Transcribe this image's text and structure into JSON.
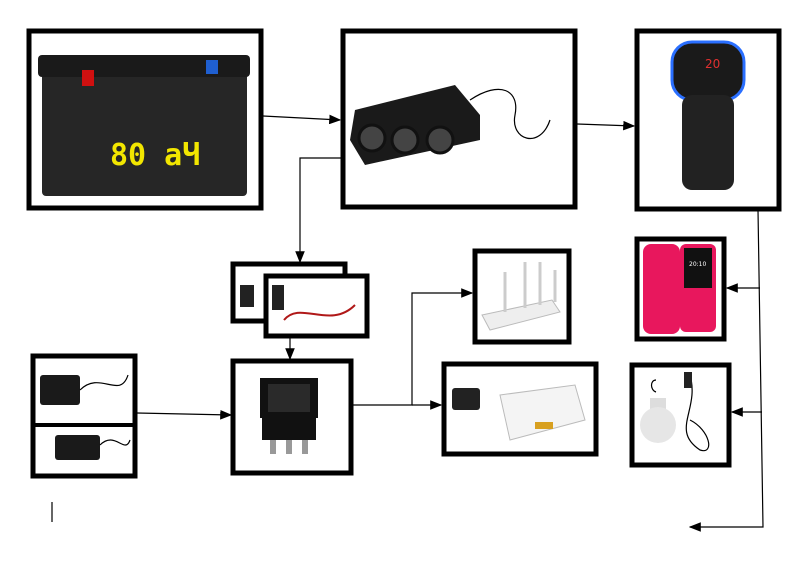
{
  "diagram": {
    "title": "",
    "nodes": [
      {
        "id": "battery",
        "label": "80 аЧ",
        "description_icon": "car-battery-icon"
      },
      {
        "id": "socket-splitter",
        "icon": "cigarette-socket-splitter-icon"
      },
      {
        "id": "usb-car-charger",
        "icon": "usb-car-charger-icon"
      },
      {
        "id": "cables",
        "icon": "cable-plug-icon"
      },
      {
        "id": "mains-adapters",
        "icon": "power-adapter-icon"
      },
      {
        "id": "rocker-switch",
        "icon": "rocker-switch-icon"
      },
      {
        "id": "wifi-router",
        "icon": "router-icon"
      },
      {
        "id": "ont-terminal",
        "icon": "ont-modem-icon"
      },
      {
        "id": "mobile-phone",
        "screen_time": "20:10",
        "icon": "phone-icon"
      },
      {
        "id": "led-bulb",
        "icon": "bulb-icon"
      }
    ],
    "colors": {
      "line": "#000000",
      "phone": "#e8175d",
      "battery_label": "#f2e600"
    }
  }
}
